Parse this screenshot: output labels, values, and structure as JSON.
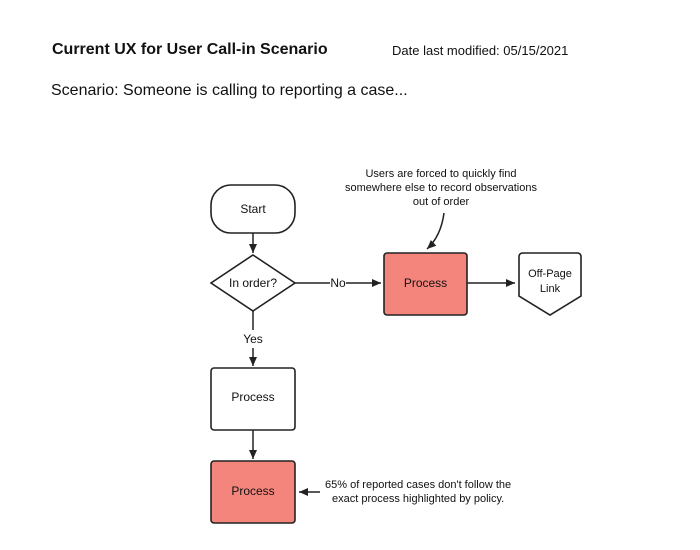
{
  "header": {
    "title": "Current UX for User Call-in Scenario",
    "date_label": "Date last modified:",
    "date_value": "05/15/2021",
    "scenario": "Scenario: Someone is calling to reporting a case..."
  },
  "colors": {
    "stroke": "#222222",
    "highlight_fill": "#f4857c",
    "plain_fill": "#ffffff"
  },
  "flowchart": {
    "start": "Start",
    "decision": "In order?",
    "branch_no": "No",
    "branch_yes": "Yes",
    "process_top": "Process",
    "process_middle": "Process",
    "process_bottom": "Process",
    "offpage_line1": "Off-Page",
    "offpage_line2": "Link",
    "note_top": [
      "Users are forced to quickly find",
      "somewhere else to record observations",
      "out of order"
    ],
    "note_bottom": [
      "65% of reported cases don't follow the",
      "exact process highlighted by policy."
    ]
  }
}
